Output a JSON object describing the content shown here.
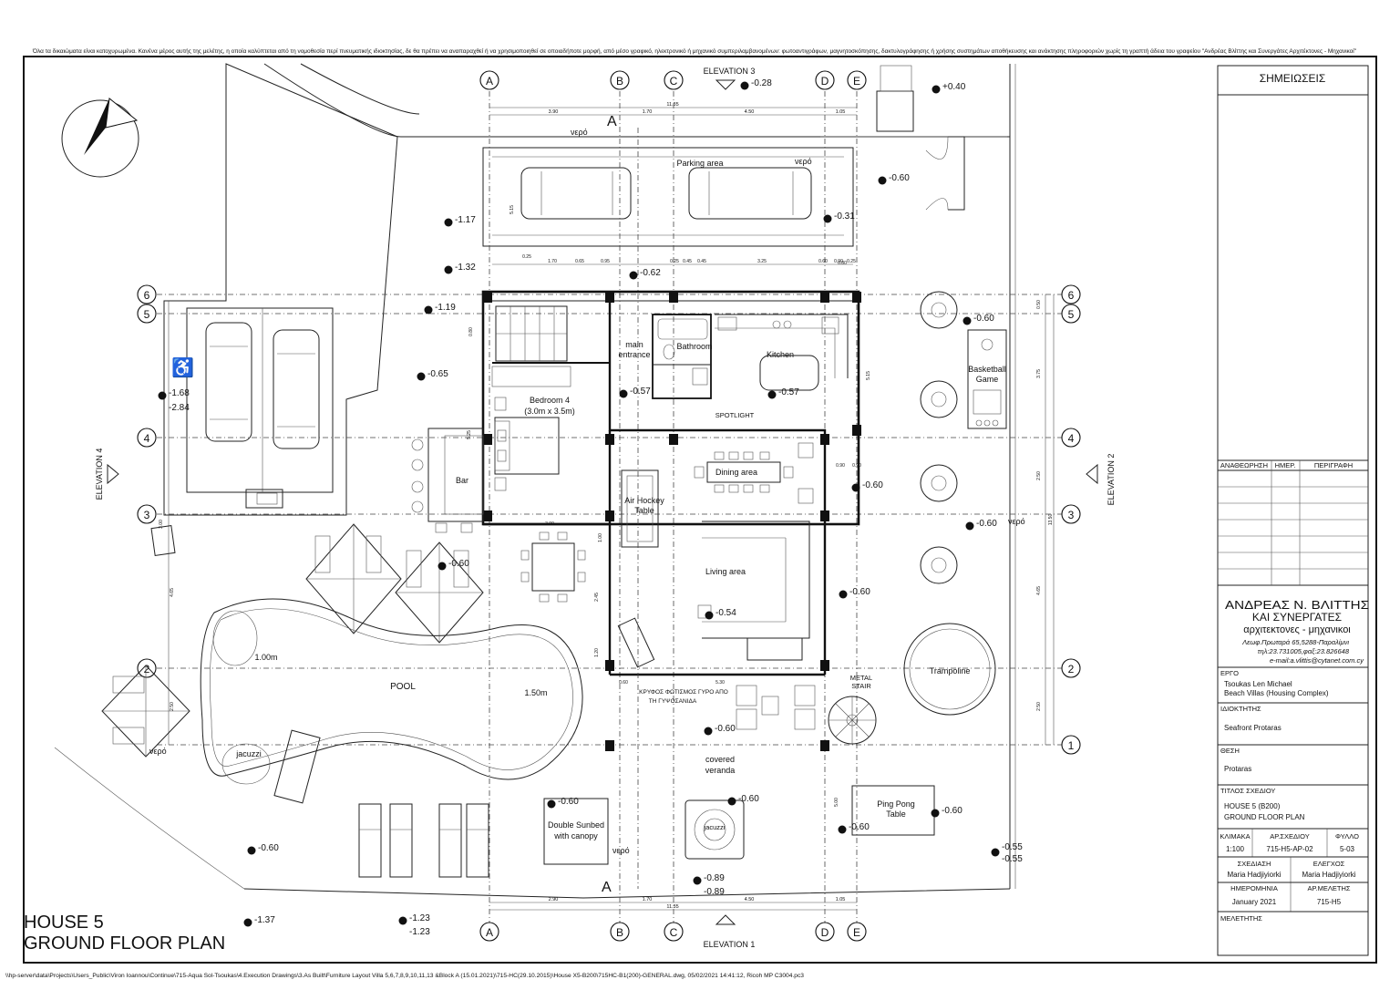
{
  "copyright_notice": "Όλα τα δικαιώματα είναι κατοχυρωμένα. Κανένα μέρος αυτής της μελέτης, η οποία καλύπτεται από τη νομοθεσία περί πνευματικής ιδιοκτησίας, δε θα πρέπει να αναπαραχθεί ή να χρησιμοποιηθεί σε οποιαδήποτε μορφή, από μέσο γραφικό, ηλεκτρονικό ή μηχανικό συμπεριλαμβανομένων: φωτοαντιγράφων, μαγνητοσκόπησης, δακτυλογράφησης ή χρήσης συστημάτων αποθήκευσης και ανάκτησης πληροφοριών χωρίς τη γραπτή άδεια του γραφείου \"Ανδρέας Βλίττης και Συνεργάτες Αρχιτέκτονες - Μηχανικοί\"",
  "file_path": "\\\\hp-server\\data\\Projects\\Users_Public\\Viron Ioannou\\Continue\\715-Aqua Sol-Tsoukas\\4.Execution Drawings\\3.As Built\\Furniture Layout Villa 5,6,7,8,9,10,11,13 &Block A (15.01.2021)\\715-HC(29.10.2015)\\House X5-B200\\715HC-B1(200)-GENERAL.dwg, 05/02/2021 14:41:12, Ricoh MP C3004.pc3",
  "drawing_title": [
    "HOUSE 5",
    "GROUND FLOOR PLAN"
  ],
  "grid": {
    "columns": [
      "A",
      "B",
      "C",
      "D",
      "E"
    ],
    "rows": [
      "6",
      "5",
      "4",
      "3",
      "2",
      "1"
    ]
  },
  "elevations": {
    "top": "ELEVATION 3",
    "bottom": "ELEVATION 1",
    "left": "ELEVATION 4",
    "right": "ELEVATION 2"
  },
  "dimensions": {
    "top": [
      "3.90",
      "1.70",
      "11.35",
      "4.50",
      "1.05"
    ],
    "bottom": [
      "2.90",
      "1.70",
      "11.35",
      "4.50",
      "1.05"
    ],
    "inner_top": [
      "0.25",
      "1.70",
      "0.65",
      "0.95",
      "0.25",
      "0.45",
      "0.45",
      "3.25",
      "0.60",
      "0.90",
      "0.25"
    ],
    "right": [
      "0.50",
      "3.75",
      "2.50",
      "13.50",
      "4.65",
      "2.50"
    ],
    "left": [
      "4.65",
      "2.50",
      "3.00"
    ],
    "misc": [
      "3.00",
      "5.30",
      "0.60",
      "0.80",
      "0.90",
      "1.00",
      "2.45",
      "1.20",
      "5.25",
      "0.80",
      "0.90",
      "5.15",
      "5.00"
    ]
  },
  "levels": {
    "l1": "+0.40",
    "l2": "-0.28",
    "l3": "-0.60",
    "l4": "-1.17",
    "l5": "-0.31",
    "l6": "-1.32",
    "l7": "-0.62",
    "l8": "-1.19",
    "l9": "-0.60",
    "l10": "-0.65",
    "l11": "-1.68",
    "l12": "-2.84",
    "l13": "-0.57",
    "l14": "-0.57",
    "l15": "-0.60",
    "l16": "-0.60",
    "l17": "-0.60",
    "l18": "-0.60",
    "l19": "-0.54",
    "l20": "-0.60",
    "l21": "-0.60",
    "l22": "-0.60",
    "l23": "-0.60",
    "l24": "-0.60",
    "l25": "-0.60",
    "l26": "-0.55",
    "l27": "-0.55",
    "l28": "-0.89",
    "l29": "-0.89",
    "l30": "-1.37",
    "l31": "-1.23",
    "l32": "-1.23"
  },
  "rooms": {
    "parking": "Parking area",
    "main_entrance": [
      "main",
      "entrance"
    ],
    "bathroom": "Bathroom",
    "kitchen": "Kitchen",
    "bedroom": [
      "Bedroom 4",
      "(3.0m x 3.5m)"
    ],
    "spotlight": "SPOTLIGHT",
    "dining": "Dining area",
    "air_hockey": [
      "Air Hockey",
      "Table"
    ],
    "living": "Living area",
    "bar": "Bar",
    "basketball": [
      "Basketball",
      "Game"
    ],
    "trampoline": "Trampoline",
    "pool": "POOL",
    "pool_depth_shallow": "1.00m",
    "pool_depth_deep": "1.50m",
    "jacuzzi_pool": "jacuzzi",
    "covered_veranda": [
      "covered",
      "veranda"
    ],
    "metal_stair": [
      "METAL",
      "STAIR"
    ],
    "ping_pong": [
      "Ping Pong",
      "Table"
    ],
    "double_sunbed": [
      "Double Sunbed",
      "with canopy"
    ],
    "jacuzzi_small": "jacuzzi",
    "light_note": [
      "ΚΡΥΦΟΣ ΦΩΤΙΣΜΟΣ ΓΥΡΟ ΑΠΟ",
      "ΤΗ ΓΥΨΟΣΑΝΙΔΑ"
    ],
    "water_labels": [
      "νερό",
      "νερό",
      "νερό",
      "νερό",
      "νερό"
    ]
  },
  "section_marks": [
    "A",
    "A"
  ],
  "title_block": {
    "notes_header": "ΣΗΜΕΙΩΣΕΙΣ",
    "rev_cols": [
      "ΑΝΑΘΕΩΡΗΣΗ",
      "ΗΜΕΡ.",
      "ΠΕΡΙΓΡΑΦΗ"
    ],
    "firm_name": [
      "ΑΝΔΡΕΑΣ Ν. ΒΛΙΤΤΗΣ",
      "ΚΑΙ ΣΥΝΕΡΓΑΤΕΣ",
      "αρχιτεκτονες - μηχανικοι"
    ],
    "firm_address": [
      "Λεωφ.Πρωταρά 65,5288-Παραλίμνι",
      "τηλ:23.731005,φαξ:23.826648",
      "e-mail:a.vlittis@cytanet.com.cy"
    ],
    "project_label": "ΕΡΓΟ",
    "project_value": [
      "Tsoukas Len Michael",
      "Beach Villas (Housing Complex)"
    ],
    "owner_label": "ΙΔΙΟΚΤΗΤΗΣ",
    "owner_value": "Seafront Protaras",
    "location_label": "ΘΕΣΗ",
    "location_value": "Protaras",
    "title_label": "ΤΙΤΛΟΣ ΣΧΕΔΙΟΥ",
    "title_value": [
      "HOUSE 5 (B200)",
      "GROUND FLOOR PLAN"
    ],
    "scale_label": "ΚΛΙΜΑΚΑ",
    "scale_value": "1:100",
    "drawing_no_label": "ΑΡ.ΣΧΕΔΙΟΥ",
    "drawing_no_value": "715-H5-AP-02",
    "sheet_label": "ΦΥΛΛΟ",
    "sheet_value": "5-03",
    "drawn_label": "ΣΧΕΔΙΑΣΗ",
    "drawn_value": "Maria Hadjiyiorki",
    "checked_label": "ΕΛΕΓΧΟΣ",
    "checked_value": "Maria Hadjiyiorki",
    "date_label": "ΗΜΕΡΟΜΗΝΙΑ",
    "date_value": "January 2021",
    "study_no_label": "ΑΡ.ΜΕΛΕΤΗΣ",
    "study_no_value": "715-H5",
    "engineer_label": "ΜΕΛΕΤΗΤΗΣ"
  }
}
